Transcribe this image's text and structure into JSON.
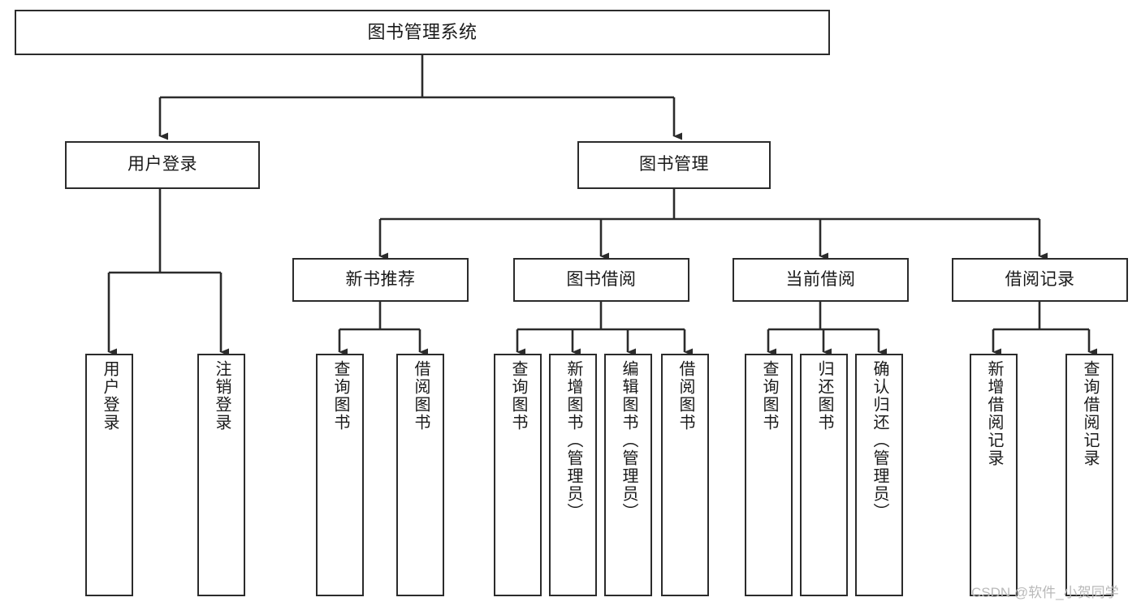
{
  "diagram": {
    "title": "图书管理系统",
    "type": "function-structure-tree",
    "watermark": "CSDN @软件_小贺同学",
    "colors": {
      "box_border": "#2b2b2b",
      "box_fill": "#ffffff",
      "connector": "#2b2b2b",
      "text": "#1a1a1a",
      "watermark": "#b9b9b9",
      "background": "#ffffff"
    },
    "levels": {
      "root": {
        "label": "图书管理系统"
      },
      "level2": [
        {
          "label": "用户登录"
        },
        {
          "label": "图书管理"
        }
      ],
      "level3": [
        {
          "label": "新书推荐"
        },
        {
          "label": "图书借阅"
        },
        {
          "label": "当前借阅"
        },
        {
          "label": "借阅记录"
        }
      ],
      "leaves": {
        "user_login": [
          {
            "label": "用户登录"
          },
          {
            "label": "注销登录"
          }
        ],
        "new_book_recommend": [
          {
            "label": "查询图书"
          },
          {
            "label": "借阅图书"
          }
        ],
        "book_borrow": [
          {
            "label": "查询图书"
          },
          {
            "label": "新增图书（管理员）"
          },
          {
            "label": "编辑图书（管理员）"
          },
          {
            "label": "借阅图书"
          }
        ],
        "current_borrow": [
          {
            "label": "查询图书"
          },
          {
            "label": "归还图书"
          },
          {
            "label": "确认归还（管理员）"
          }
        ],
        "borrow_records": [
          {
            "label": "新增借阅记录"
          },
          {
            "label": "查询借阅记录"
          }
        ]
      }
    }
  }
}
